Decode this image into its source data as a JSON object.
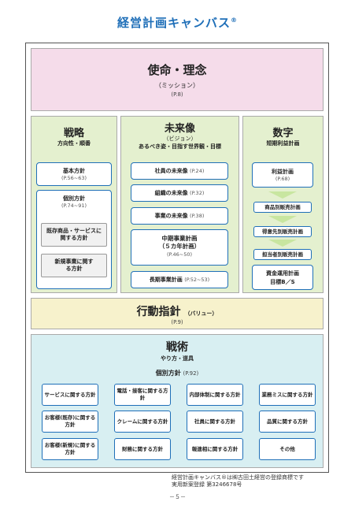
{
  "title": "経営計画キャンバス",
  "title_mark": "®",
  "mission": {
    "heading": "使命・理念",
    "sub": "（ミッション）",
    "page": "(P.8)"
  },
  "strategy": {
    "heading": "戦略",
    "sub": "方向性・順番",
    "basic": {
      "label": "基本方針",
      "page": "(P.56~63)"
    },
    "individual": {
      "label": "個別方針",
      "page": "(P.74~91)"
    },
    "existing": "既存商品・サービスに関する方針",
    "new": "新規事業に関する方針"
  },
  "vision": {
    "heading": "未来像",
    "sub": "（ビジョン）",
    "sub2": "あるべき姿・目指す世界観・目標",
    "items": [
      {
        "label": "社員の未来像",
        "page": "(P.24)"
      },
      {
        "label": "組織の未来像",
        "page": "(P.32)"
      },
      {
        "label": "事業の未来像",
        "page": "(P.38)"
      }
    ],
    "mid": {
      "label1": "中期事業計画",
      "label2": "（５カ年計画）",
      "page": "(P.46~50)"
    },
    "long": {
      "label": "長期事業計画",
      "page": "(P.52~53)"
    }
  },
  "numbers": {
    "heading": "数字",
    "sub": "短期利益計画",
    "profit": {
      "label": "利益計画",
      "page": "(P.68)"
    },
    "bars": [
      "商品別販売計画",
      "得意先別販売計画",
      "担当者別販売計画"
    ],
    "finance1": "資金運用計画",
    "finance2": "目標B／S"
  },
  "value": {
    "heading": "行動指針",
    "sub": "（バリュー）",
    "page": "(P.9)"
  },
  "tactics": {
    "heading": "戦術",
    "sub": "やり方・道具",
    "individual_label": "個別方針",
    "individual_page": "(P.92)",
    "items": [
      "サービスに関する方針",
      "電話・接客に関する方針",
      "内部体制に関する方針",
      "業務ミスに関する方針",
      "お客様(既存)に関する方針",
      "クレームに関する方針",
      "社員に関する方針",
      "品質に関する方針",
      "お客様(新規)に関する方針",
      "財務に関する方針",
      "報連相に関する方針",
      "その他"
    ]
  },
  "footer": {
    "line1": "経営計画キャンバス®は㈱古田土経営の登録商標です",
    "line2": "実用新案登録 第3246678号"
  },
  "page_number": "－５－"
}
